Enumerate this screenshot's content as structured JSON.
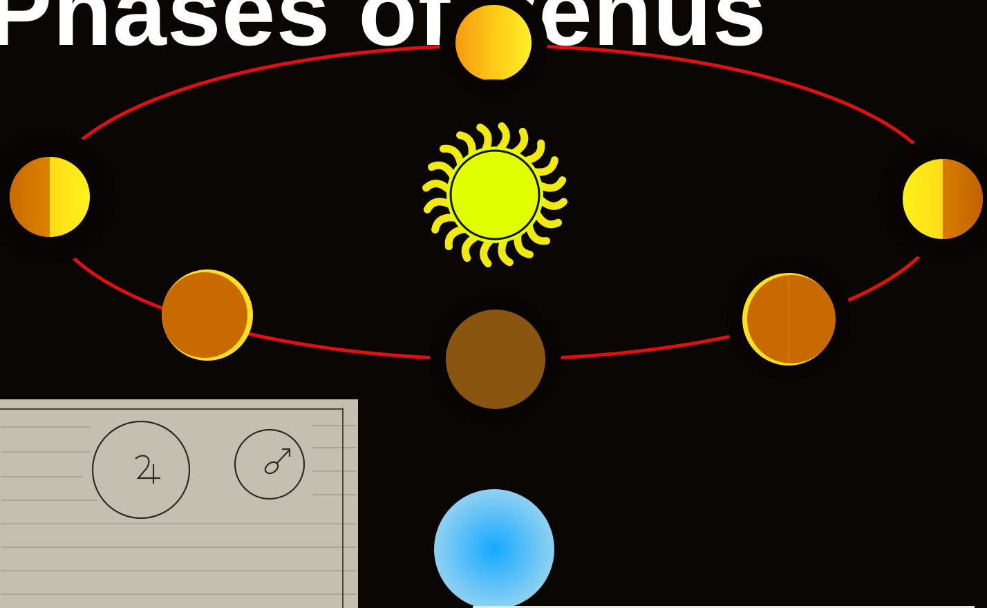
{
  "title": "Phases of Venus",
  "colors": {
    "background": "#0a0604",
    "orbit": "#e01010",
    "sun": "#e2ff00",
    "sun_rays": "#f0ea10",
    "venus_lit": "#ffe020",
    "venus_dark": "#c86a00",
    "venus_new": "#8a5510",
    "earth": "#2bb2ff",
    "page_paper": "#c7c1b4",
    "ink": "#3b352d"
  },
  "icons": {
    "jupiter": "jupiter-symbol-icon",
    "mars": "mars-symbol-icon"
  },
  "phases": [
    {
      "name": "full",
      "illumination": 1.0
    },
    {
      "name": "quarter-left",
      "illumination": 0.5
    },
    {
      "name": "quarter-right",
      "illumination": 0.5
    },
    {
      "name": "crescent-left",
      "illumination": 0.15
    },
    {
      "name": "crescent-right",
      "illumination": 0.15
    },
    {
      "name": "new",
      "illumination": 0.0
    }
  ]
}
